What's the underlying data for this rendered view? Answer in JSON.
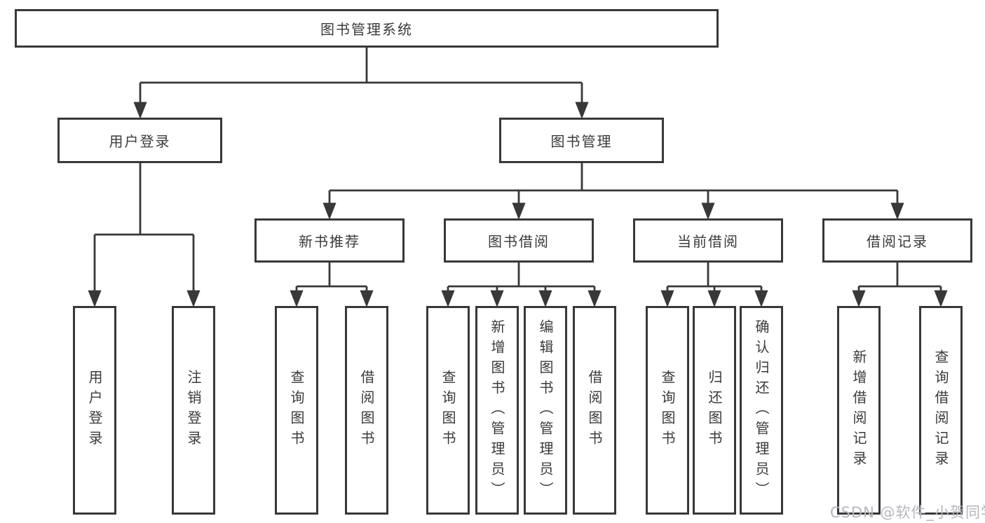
{
  "colors": {
    "line": "#383838",
    "box_border": "#383838",
    "text": "#3a3a3a",
    "background": "#ffffff",
    "watermark_text": "#b5b7be"
  },
  "watermark": {
    "text": "CSDN @软件_小贺同学"
  },
  "tree": {
    "root": {
      "label": "图书管理系统",
      "children": [
        {
          "label": "用户登录",
          "leaves": [
            {
              "label": "用户登录"
            },
            {
              "label": "注销登录"
            }
          ]
        },
        {
          "label": "图书管理",
          "children": [
            {
              "label": "新书推荐",
              "leaves": [
                {
                  "label": "查询图书"
                },
                {
                  "label": "借阅图书"
                }
              ]
            },
            {
              "label": "图书借阅",
              "leaves": [
                {
                  "label": "查询图书"
                },
                {
                  "label": "新增图书（管理员）"
                },
                {
                  "label": "编辑图书（管理员）"
                },
                {
                  "label": "借阅图书"
                }
              ]
            },
            {
              "label": "当前借阅",
              "leaves": [
                {
                  "label": "查询图书"
                },
                {
                  "label": "归还图书"
                },
                {
                  "label": "确认归还（管理员）"
                }
              ]
            },
            {
              "label": "借阅记录",
              "leaves": [
                {
                  "label": "新增借阅记录"
                },
                {
                  "label": "查询借阅记录"
                }
              ]
            }
          ]
        }
      ]
    }
  }
}
